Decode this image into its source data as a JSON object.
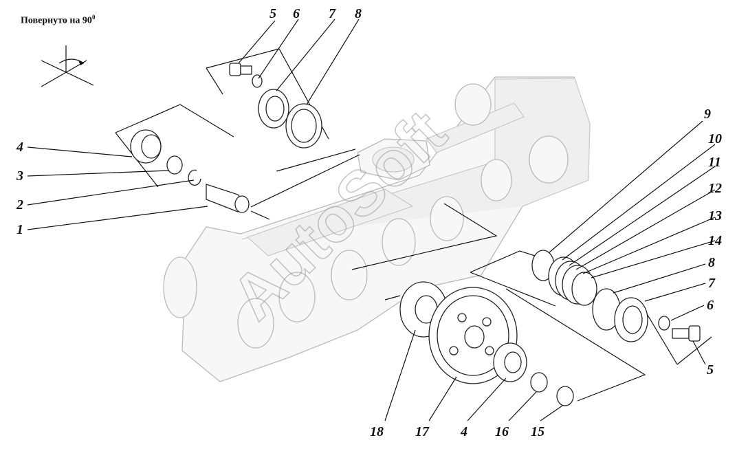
{
  "caption": {
    "text": "Повернуто на 90",
    "degree": "0"
  },
  "watermark": "AutoSoft",
  "part_numbers": {
    "p5_top": "5",
    "p6_top": "6",
    "p7_top": "7",
    "p8_top": "8",
    "p4_left": "4",
    "p3": "3",
    "p2": "2",
    "p1": "1",
    "p9": "9",
    "p10": "10",
    "p11": "11",
    "p12": "12",
    "p13": "13",
    "p14": "14",
    "p8_right": "8",
    "p7_right": "7",
    "p6_right": "6",
    "p5_right": "5",
    "p18": "18",
    "p17": "17",
    "p4_bottom": "4",
    "p16": "16",
    "p15": "15"
  }
}
